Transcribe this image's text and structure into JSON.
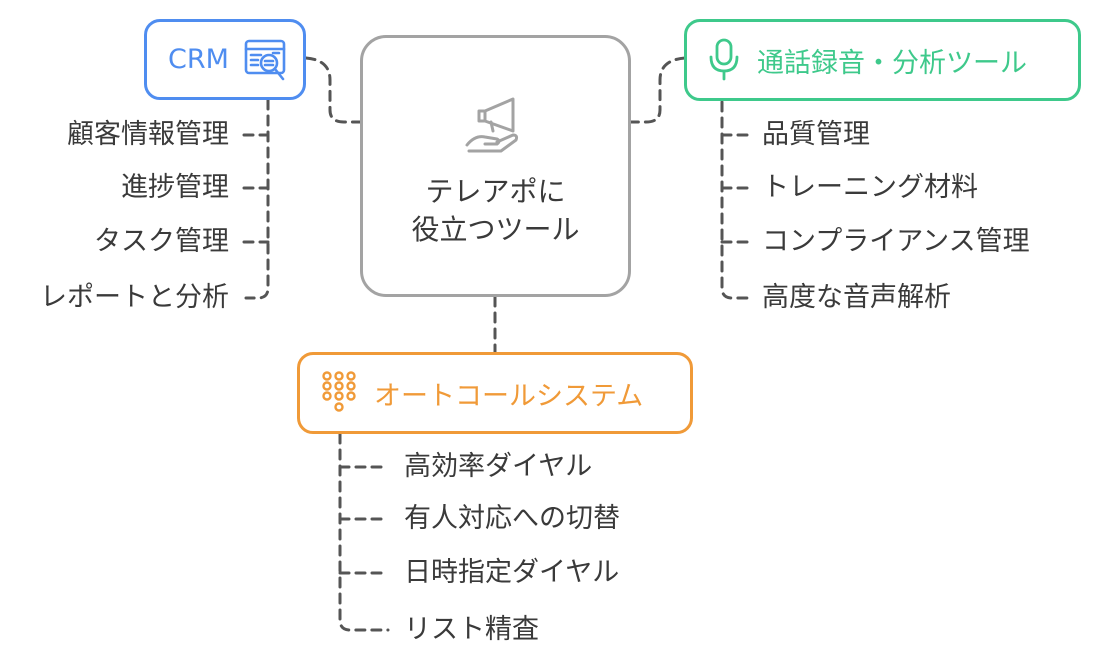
{
  "center": {
    "line1": "テレアポに",
    "line2": "役立つツール",
    "icon": "megaphone-hand-icon"
  },
  "crm": {
    "title": "CRM",
    "color": "#4f8df0",
    "icon": "document-search-icon",
    "items": [
      "顧客情報管理",
      "進捗管理",
      "タスク管理",
      "レポートと分析"
    ]
  },
  "recording": {
    "title": "通話録音・分析ツール",
    "color": "#3ec98b",
    "icon": "microphone-icon",
    "items": [
      "品質管理",
      "トレーニング材料",
      "コンプライアンス管理",
      "高度な音声解析"
    ]
  },
  "autocall": {
    "title": "オートコールシステム",
    "color": "#f09a38",
    "icon": "dialpad-icon",
    "items": [
      "高効率ダイヤル",
      "有人対応への切替",
      "日時指定ダイヤル",
      "リスト精査"
    ]
  }
}
